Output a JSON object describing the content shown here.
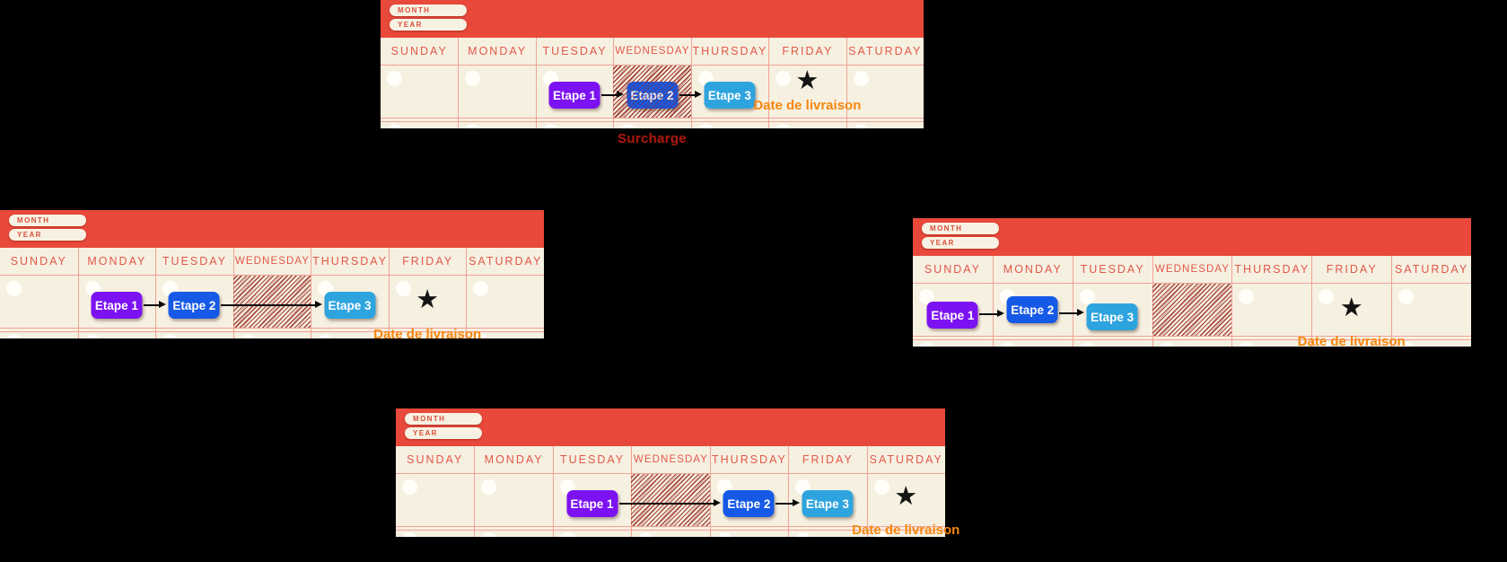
{
  "colors": {
    "background": "#000000",
    "header_red": "#E8493B",
    "cream": "#F6F0E1",
    "day_text": "#E2584A",
    "separator": "#F0A294",
    "hatch_red": "#96281F",
    "etape1_purple": "#7C12F2",
    "etape2_blue": "#1559E6",
    "etape3_lightblue": "#2EA4DF",
    "arrow_black": "#0A0A0A",
    "star_black": "#141414",
    "delivery_orange": "#F6860E",
    "surcharge_red": "#A5170C"
  },
  "shared": {
    "month_field_label": "MONTH",
    "year_field_label": "YEAR",
    "days": [
      "SUNDAY",
      "MONDAY",
      "TUESDAY",
      "WEDNESDAY",
      "THURSDAY",
      "FRIDAY",
      "SATURDAY"
    ],
    "delivery_label": "Date de livraison",
    "star_icon": "★"
  },
  "calendars": [
    {
      "name": "top-center",
      "etapes": [
        {
          "label": "Etape 1",
          "day": "Tuesday"
        },
        {
          "label": "Etape 2",
          "day": "Wednesday"
        },
        {
          "label": "Etape 3",
          "day": "Thursday"
        }
      ],
      "overload_day": "Wednesday",
      "delivery_day": "Friday",
      "note": "Surcharge"
    },
    {
      "name": "middle-left",
      "etapes": [
        {
          "label": "Etape 1",
          "day": "Monday"
        },
        {
          "label": "Etape 2",
          "day": "Tuesday"
        },
        {
          "label": "Etape 3",
          "day": "Thursday"
        }
      ],
      "overload_day": "Wednesday",
      "delivery_day": "Friday"
    },
    {
      "name": "middle-right",
      "etapes": [
        {
          "label": "Etape 1",
          "day": "Sunday"
        },
        {
          "label": "Etape 2",
          "day": "Monday"
        },
        {
          "label": "Etape 3",
          "day": "Tuesday"
        }
      ],
      "overload_day": "Wednesday",
      "delivery_day": "Friday"
    },
    {
      "name": "bottom-center",
      "etapes": [
        {
          "label": "Etape 1",
          "day": "Tuesday"
        },
        {
          "label": "Etape 2",
          "day": "Thursday"
        },
        {
          "label": "Etape 3",
          "day": "Friday"
        }
      ],
      "overload_day": "Wednesday",
      "delivery_day": "Saturday"
    }
  ]
}
